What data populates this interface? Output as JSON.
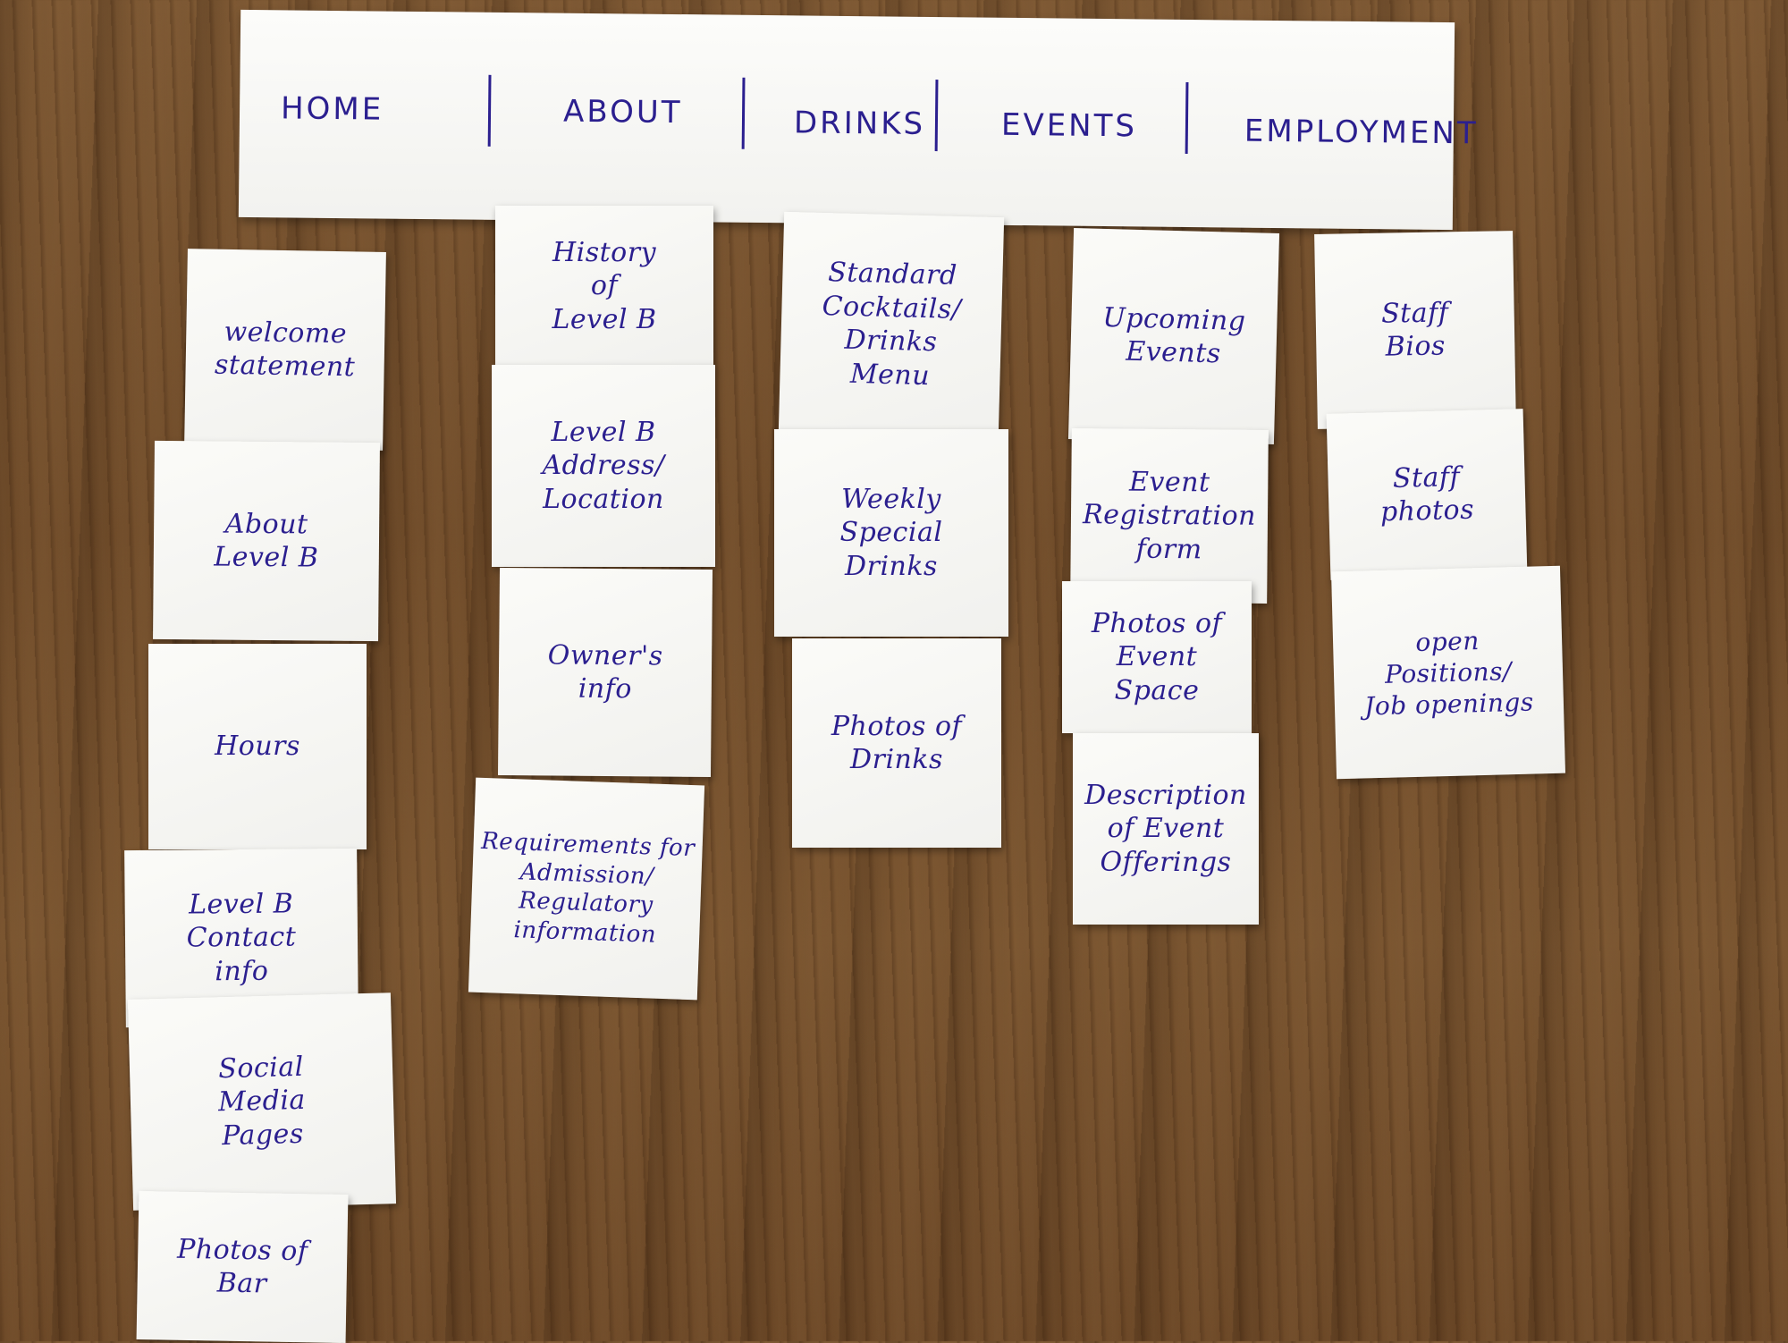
{
  "nav": {
    "items": [
      "HOME",
      "ABOUT",
      "DRINKS",
      "EVENTS",
      "EMPLOYMENT"
    ]
  },
  "columns": {
    "home": [
      "welcome\nstatement",
      "About\nLevel B",
      "Hours",
      "Level B\nContact\ninfo",
      "Social\nMedia\nPages",
      "Photos of\nBar"
    ],
    "about": [
      "History\nof\nLevel B",
      "Level B\nAddress/\nLocation",
      "Owner's\ninfo",
      "Requirements for\nAdmission/\nRegulatory\ninformation"
    ],
    "drinks": [
      "Standard\nCocktails/\nDrinks\nMenu",
      "Weekly\nSpecial\nDrinks",
      "Photos of\nDrinks"
    ],
    "events": [
      "Upcoming\nEvents",
      "Event\nRegistration\nform",
      "Photos of\nEvent\nSpace",
      "Description\nof Event\nOfferings"
    ],
    "employment": [
      "Staff\nBios",
      "Staff\nphotos",
      "open\nPositions/\nJob openings"
    ]
  },
  "colors": {
    "ink": "#2b1f8f",
    "paper": "#f6f6f3",
    "table": "#7a5530"
  }
}
